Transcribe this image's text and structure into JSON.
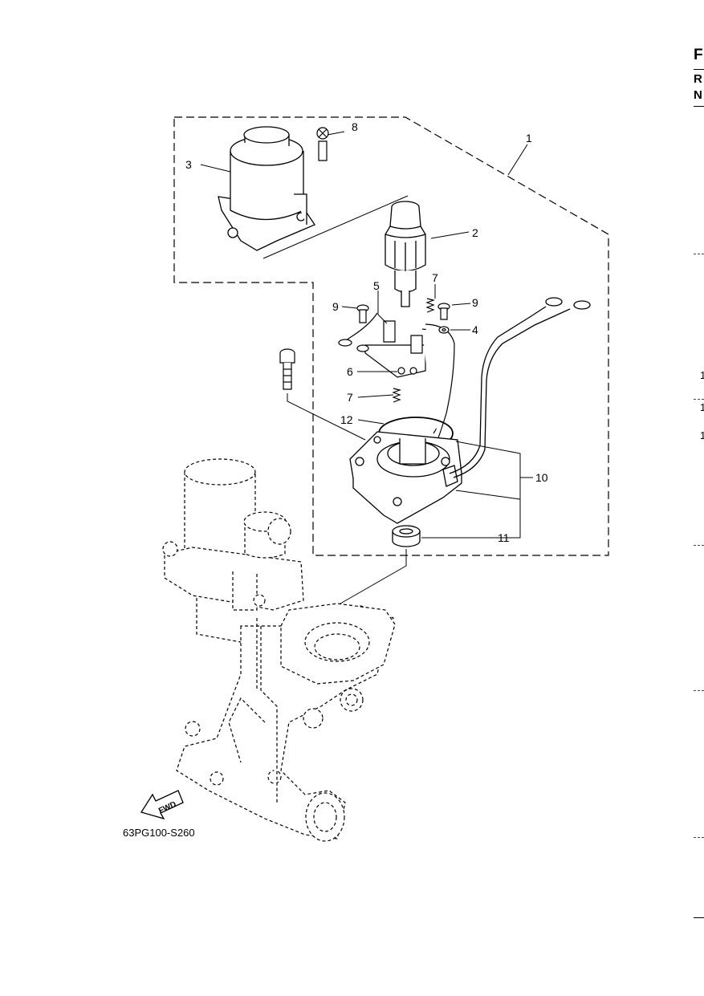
{
  "figure_code": "63PG100-S260",
  "fwd_label": "FWD",
  "callouts": [
    "1",
    "2",
    "3",
    "4",
    "5",
    "6",
    "7",
    "7",
    "8",
    "9",
    "9",
    "10",
    "11",
    "12"
  ],
  "edge_text": {
    "top_letter": "F",
    "row_r": "R",
    "row_n": "N",
    "num_a": "1",
    "num_b": "1",
    "num_c": "1"
  }
}
